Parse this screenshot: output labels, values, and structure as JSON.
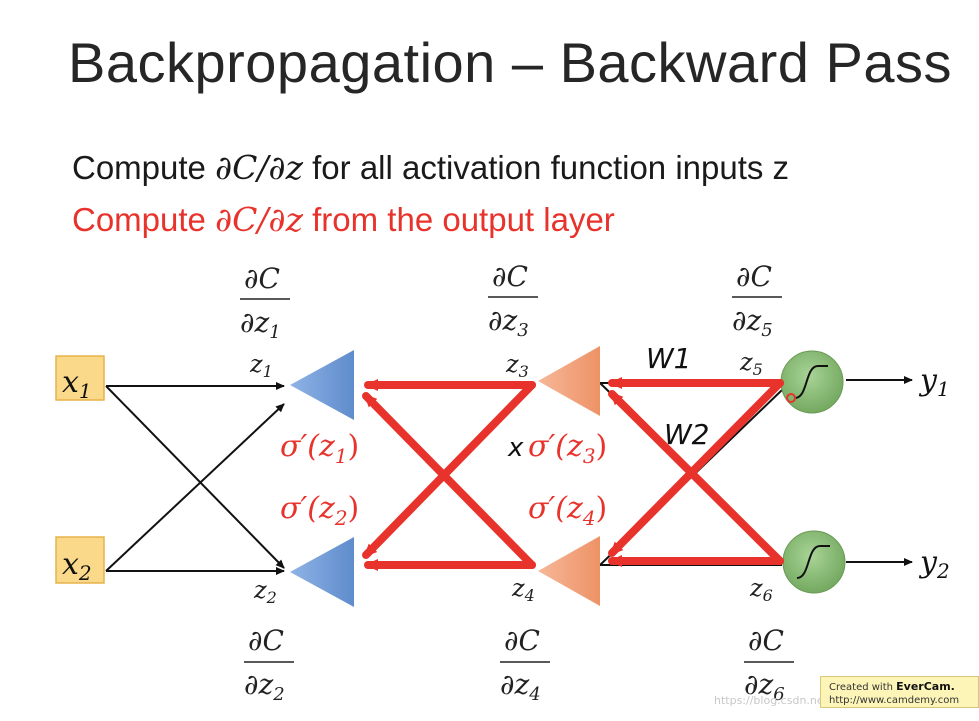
{
  "title": "Backpropagation – Backward Pass",
  "line1": {
    "prefix": "Compute ",
    "math": "∂C/∂z",
    "suffix": " for all activation function inputs z"
  },
  "line2": {
    "prefix": "Compute ",
    "math": "∂C/∂z",
    "suffix": " from the output layer"
  },
  "inputs": [
    {
      "name": "x",
      "sub": "1"
    },
    {
      "name": "x",
      "sub": "2"
    }
  ],
  "outputs": [
    {
      "name": "y",
      "sub": "1"
    },
    {
      "name": "y",
      "sub": "2"
    }
  ],
  "z_labels": [
    {
      "name": "z",
      "sub": "1"
    },
    {
      "name": "z",
      "sub": "2"
    },
    {
      "name": "z",
      "sub": "3"
    },
    {
      "name": "z",
      "sub": "4"
    },
    {
      "name": "z",
      "sub": "5"
    },
    {
      "name": "z",
      "sub": "6"
    }
  ],
  "fractions": [
    {
      "num": "∂C",
      "den": "∂z",
      "sub": "1"
    },
    {
      "num": "∂C",
      "den": "∂z",
      "sub": "3"
    },
    {
      "num": "∂C",
      "den": "∂z",
      "sub": "5"
    },
    {
      "num": "∂C",
      "den": "∂z",
      "sub": "2"
    },
    {
      "num": "∂C",
      "den": "∂z",
      "sub": "4"
    },
    {
      "num": "∂C",
      "den": "∂z",
      "sub": "6"
    }
  ],
  "sigmas": [
    {
      "text": "σ′(z",
      "sub": "1",
      "close": ")"
    },
    {
      "text": "σ′(z",
      "sub": "2",
      "close": ")"
    },
    {
      "text": "σ′(z",
      "sub": "3",
      "close": ")"
    },
    {
      "text": "σ′(z",
      "sub": "4",
      "close": ")"
    }
  ],
  "handwritten": {
    "w1": "W1",
    "w2": "W2",
    "times": "x"
  },
  "colors": {
    "red": "#e8332c",
    "blue_node": "#6f9bd6",
    "orange_node": "#f0a07a",
    "green_node": "#8dc07a",
    "input_box": "#fbd98a"
  },
  "badge": {
    "created": "Created with ",
    "brand": "EverCam.",
    "url": "http://www.camdemy.com"
  },
  "watermark": "https://blog.csdn.net/..."
}
